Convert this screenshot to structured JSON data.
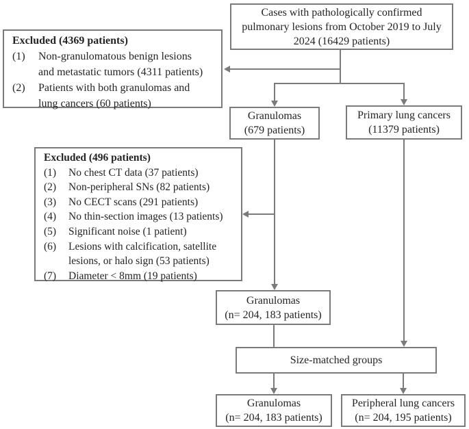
{
  "flowchart": {
    "top_box": {
      "text": "Cases with pathologically confirmed pulmonary lesions from October 2019 to July 2024 (16429 patients)"
    },
    "excluded_box_1": {
      "title": "Excluded (4369 patients)",
      "items": [
        {
          "num": "(1)",
          "text": "Non-granulomatous benign lesions and metastatic tumors (4311 patients)"
        },
        {
          "num": "(2)",
          "text": "Patients with both granulomas and lung cancers (60 patients)"
        }
      ]
    },
    "granulomas_box": {
      "line1": "Granulomas",
      "line2": "(679 patients)"
    },
    "primary_lung_cancers_box": {
      "line1": "Primary lung cancers",
      "line2": "(11379 patients)"
    },
    "excluded_box_2": {
      "title": "Excluded (496 patients)",
      "items": [
        {
          "num": "(1)",
          "text": "No chest CT data (37 patients)"
        },
        {
          "num": "(2)",
          "text": "Non-peripheral SNs (82 patients)"
        },
        {
          "num": "(3)",
          "text": "No CECT scans (291 patients)"
        },
        {
          "num": "(4)",
          "text": "No thin-section images (13 patients)"
        },
        {
          "num": "(5)",
          "text": "Significant noise (1 patient)"
        },
        {
          "num": "(6)",
          "text": "Lesions with calcification, satellite lesions, or halo sign (53 patients)"
        },
        {
          "num": "(7)",
          "text": "Diameter < 8mm (19 patients)"
        }
      ]
    },
    "granulomas_n204_box": {
      "line1": "Granulomas",
      "line2": "(n= 204, 183 patients)"
    },
    "size_matched_box": {
      "text": "Size-matched groups"
    },
    "granulomas_final_box": {
      "line1": "Granulomas",
      "line2": "(n= 204, 183 patients)"
    },
    "peripheral_lung_cancers_box": {
      "line1": "Peripheral lung cancers",
      "line2": "(n= 204, 195 patients)"
    },
    "colors": {
      "border": "#7a7a7a",
      "arrow": "#7a7a7a",
      "text": "#242424",
      "background": "#ffffff"
    }
  }
}
